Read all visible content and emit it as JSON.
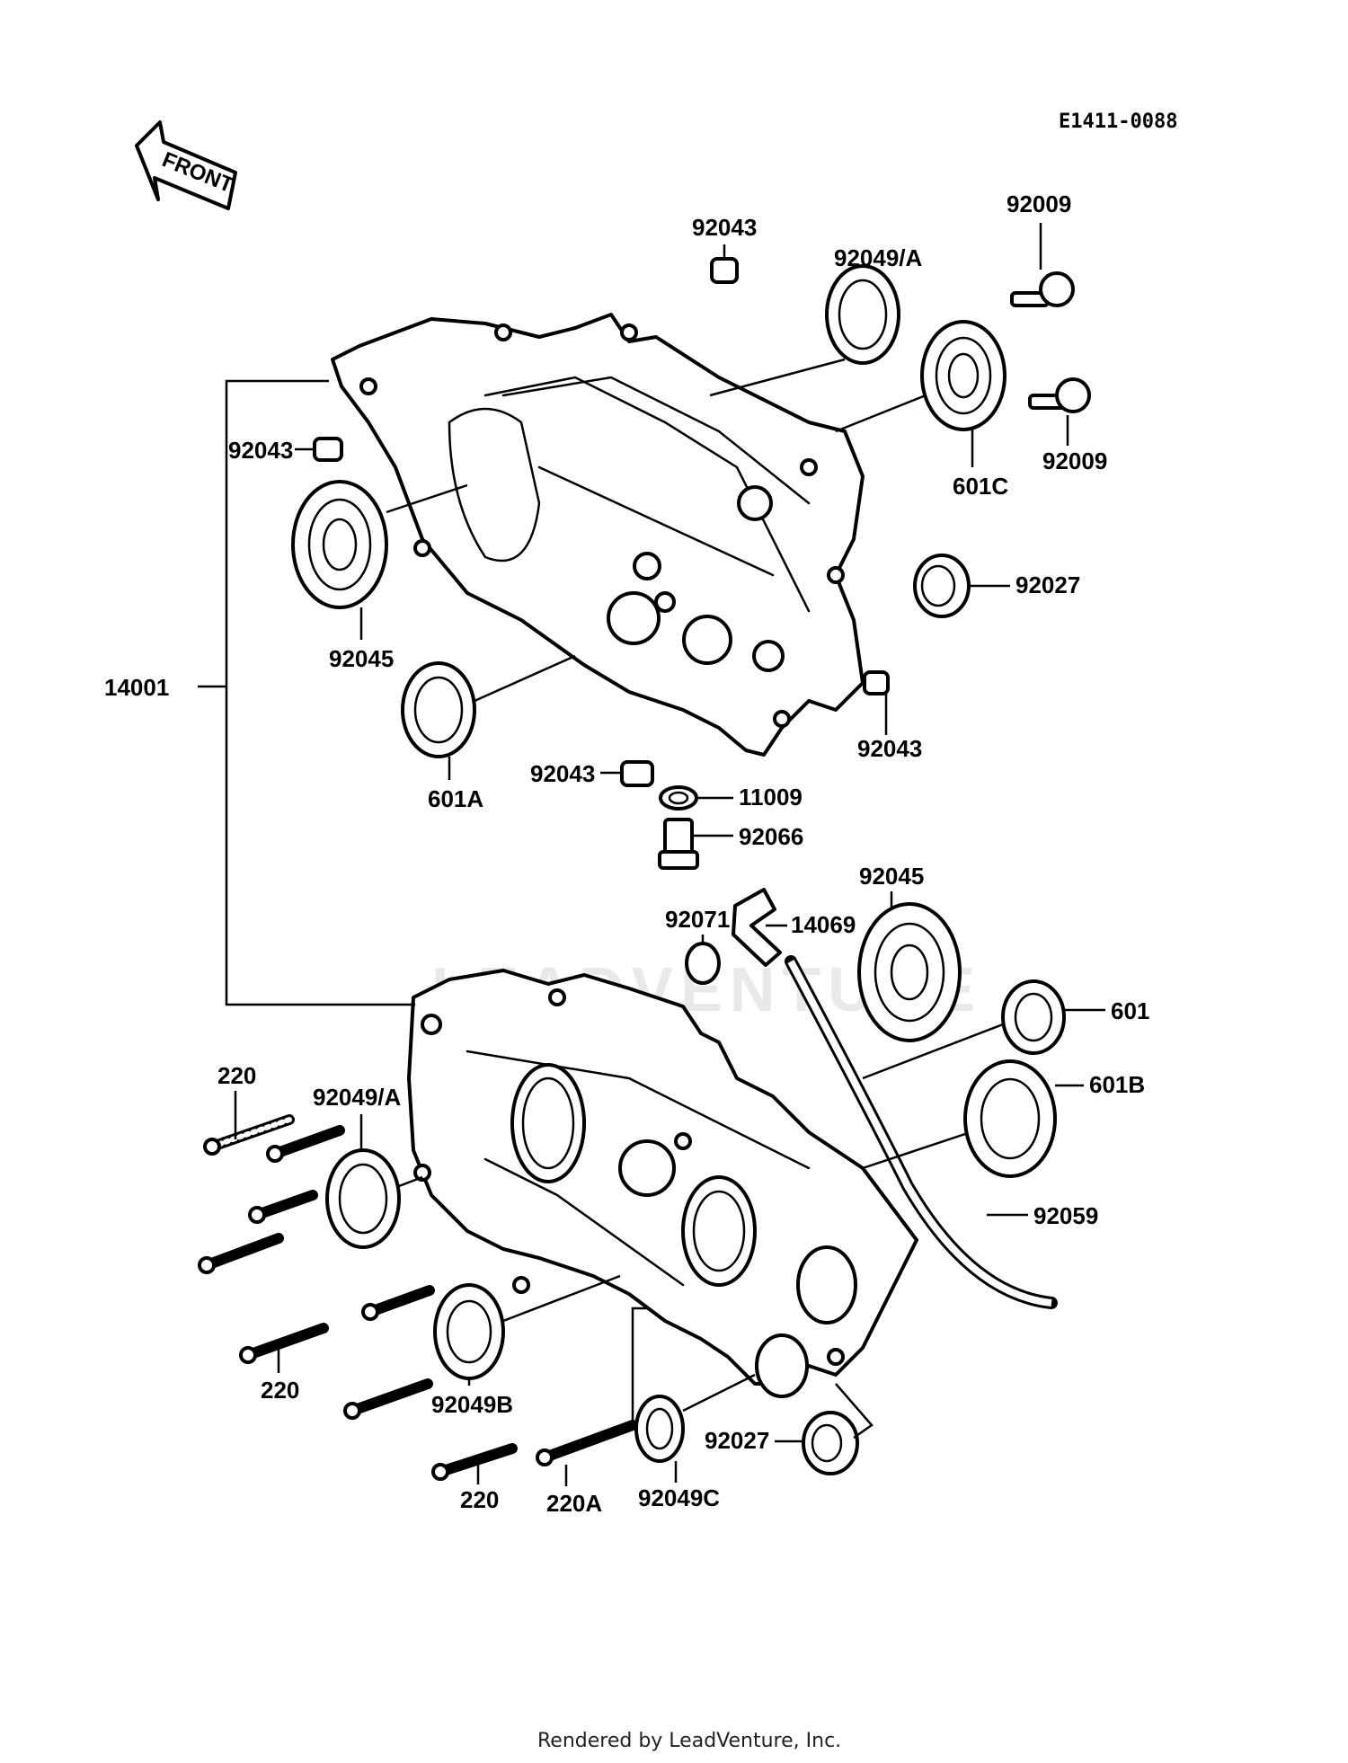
{
  "diagram": {
    "code": "E1411-0088",
    "front_label": "FRONT",
    "watermark": "LEADVENTURE",
    "footer": "Rendered by LeadVenture, Inc."
  },
  "callouts": {
    "c_92043_top": "92043",
    "c_92049a_top": "92049/A",
    "c_92009_top": "92009",
    "c_92009_right": "92009",
    "c_601c": "601C",
    "c_92043_left": "92043",
    "c_92045_left": "92045",
    "c_92027_right": "92027",
    "c_14001": "14001",
    "c_601a": "601A",
    "c_92043_bottom": "92043",
    "c_92043_right": "92043",
    "c_11009": "11009",
    "c_92066": "92066",
    "c_92045_right": "92045",
    "c_92071": "92071",
    "c_14069": "14069",
    "c_601": "601",
    "c_601b": "601B",
    "c_220_top": "220",
    "c_92049a_bottom": "92049/A",
    "c_92059": "92059",
    "c_220_mid": "220",
    "c_92049b": "92049B",
    "c_220a": "220A",
    "c_92049c": "92049C",
    "c_92027_bottom": "92027",
    "c_220_bottom": "220"
  }
}
